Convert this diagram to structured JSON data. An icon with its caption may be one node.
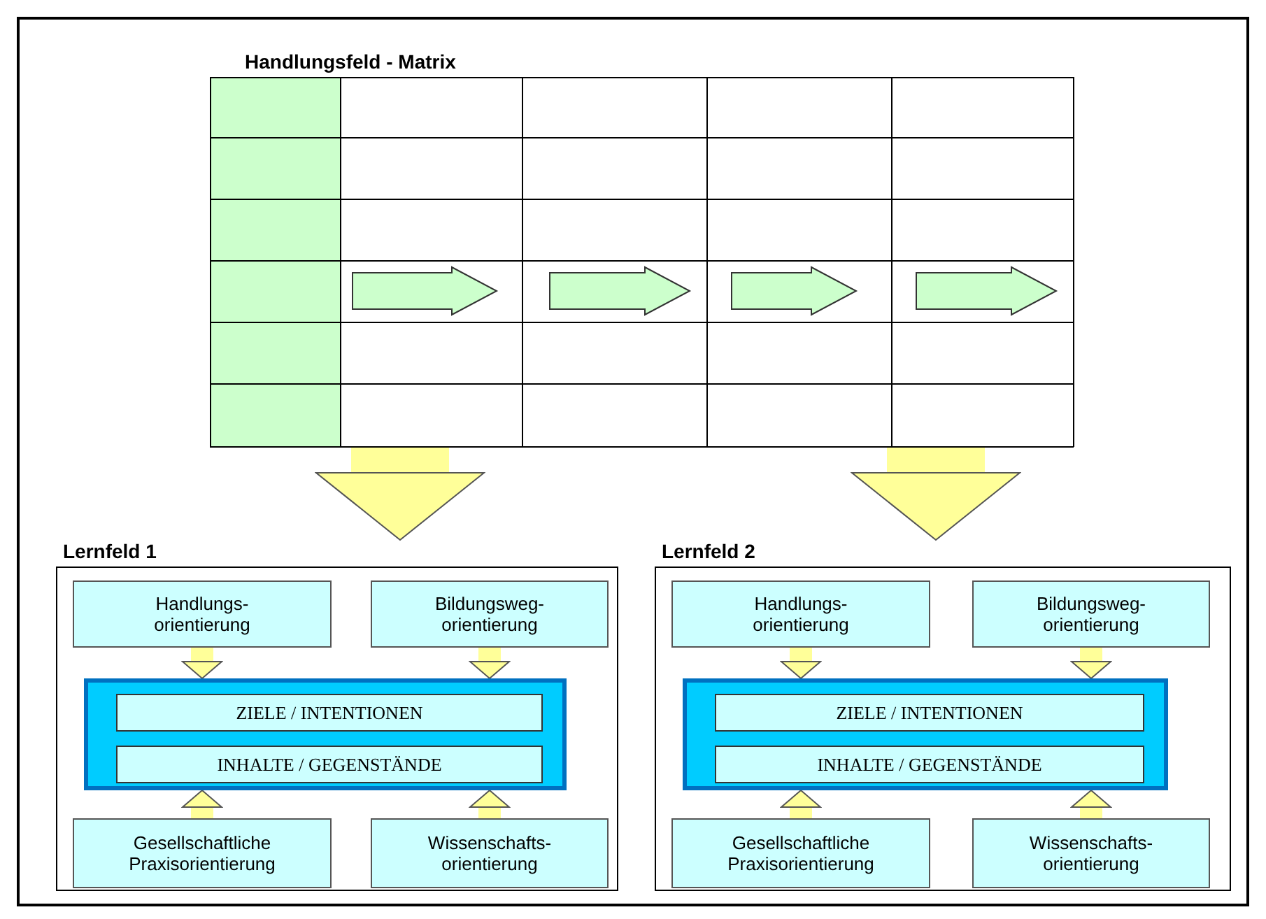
{
  "diagram": {
    "nodes": [
      {
        "text": [
          "Handlungsfeld - Matrix"
        ]
      },
      {
        "text": [
          "Lernfeld 1"
        ]
      },
      {
        "text": [
          "Handlungs- orientierung"
        ],
        "in": 1
      },
      {
        "text": [
          "Bildungsweg- orientierung"
        ],
        "in": 1
      },
      {
        "text": [],
        "shape": "box",
        "in": 1
      },
      {
        "text": [
          "ZIELE / INTENTIONEN"
        ],
        "in": 4
      },
      {
        "text": [
          "INHALTE / GEGENSTÄNDE"
        ],
        "in": 4
      },
      {
        "text": [
          "Gesellschaftliche Praxisorientierung"
        ],
        "in": 1
      },
      {
        "text": [
          "Wissenschafts- orientierung"
        ],
        "in": 1
      },
      {
        "text": [
          "Lernfeld 2"
        ]
      },
      {
        "text": [
          "Handlungs- orientierung"
        ],
        "in": 9
      },
      {
        "text": [
          "Bildungsweg- orientierung"
        ],
        "in": 9
      },
      {
        "text": [],
        "shape": "box",
        "in": 9
      },
      {
        "text": [
          "ZIELE / INTENTIONEN"
        ],
        "in": 12
      },
      {
        "text": [
          "INHALTE / GEGENSTÄNDE"
        ],
        "in": 12
      },
      {
        "text": [
          "Gesellschaftliche Praxisorientierung"
        ],
        "in": 9
      },
      {
        "text": [
          "Wissenschafts- orientierung"
        ],
        "in": 9
      }
    ],
    "edges": [
      {
        "from": 0,
        "to": 1,
        "arrow": "to"
      },
      {
        "from": 0,
        "to": 9,
        "arrow": "to"
      },
      {
        "from": 2,
        "to": 4,
        "arrow": "to"
      },
      {
        "from": 3,
        "to": 4,
        "arrow": "to"
      },
      {
        "from": 7,
        "to": 4,
        "arrow": "to"
      },
      {
        "from": 8,
        "to": 4,
        "arrow": "to"
      },
      {
        "from": 10,
        "to": 12,
        "arrow": "to"
      },
      {
        "from": 11,
        "to": 12,
        "arrow": "to"
      },
      {
        "from": 15,
        "to": 12,
        "arrow": "to"
      },
      {
        "from": 16,
        "to": 12,
        "arrow": "to"
      }
    ]
  }
}
